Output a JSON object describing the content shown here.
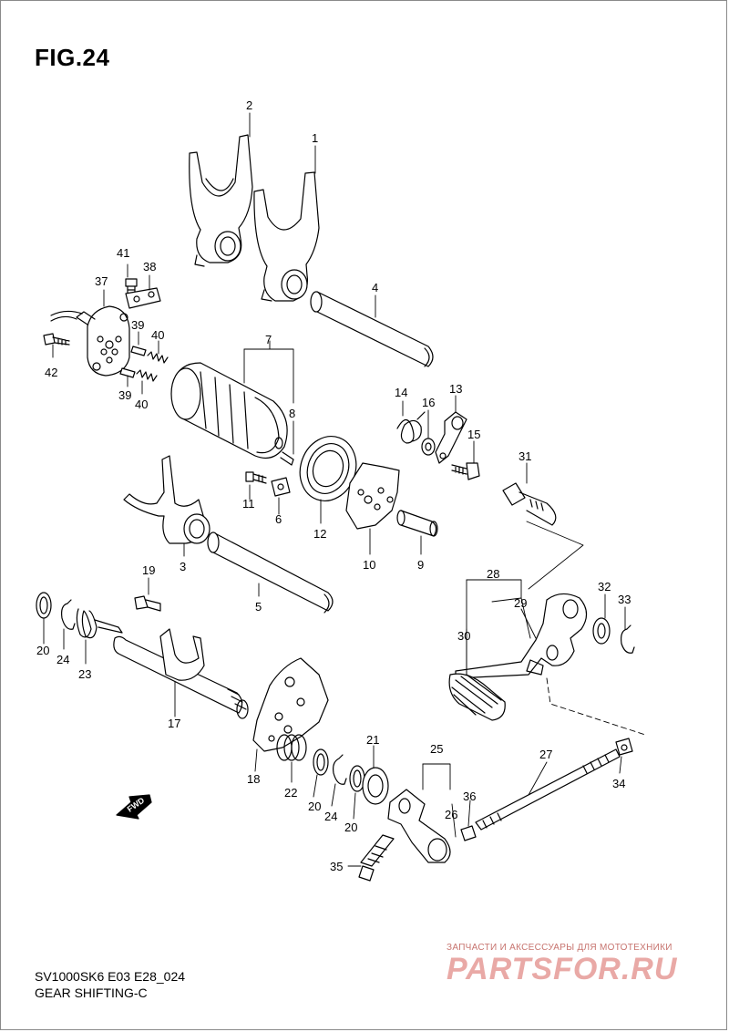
{
  "figure": {
    "title": "FIG.24",
    "model_code": "SV1000SK6 E03 E28_024",
    "subtitle": "GEAR SHIFTING-C"
  },
  "watermark": {
    "tagline": "ЗАПЧАСТИ И АКСЕССУАРЫ ДЛЯ МОТОТЕХНИКИ",
    "brand": "PARTSFOR.RU"
  },
  "fwd_label": "FWD",
  "callouts": {
    "c1": "1",
    "c2": "2",
    "c3": "3",
    "c4": "4",
    "c5": "5",
    "c6": "6",
    "c7": "7",
    "c8": "8",
    "c9": "9",
    "c10": "10",
    "c11": "11",
    "c12": "12",
    "c13": "13",
    "c14": "14",
    "c15": "15",
    "c16": "16",
    "c17": "17",
    "c18": "18",
    "c19": "19",
    "c20a": "20",
    "c20b": "20",
    "c20c": "20",
    "c21": "21",
    "c22": "22",
    "c23": "23",
    "c24a": "24",
    "c24b": "24",
    "c25": "25",
    "c26": "26",
    "c27": "27",
    "c28": "28",
    "c29": "29",
    "c30": "30",
    "c31": "31",
    "c32": "32",
    "c33": "33",
    "c34": "34",
    "c35": "35",
    "c36": "36",
    "c37": "37",
    "c38": "38",
    "c39a": "39",
    "c39b": "39",
    "c40a": "40",
    "c40b": "40",
    "c41": "41",
    "c42": "42"
  },
  "colors": {
    "line": "#000000",
    "frame": "#8a8a8a",
    "watermark": "#e9a9a6"
  }
}
